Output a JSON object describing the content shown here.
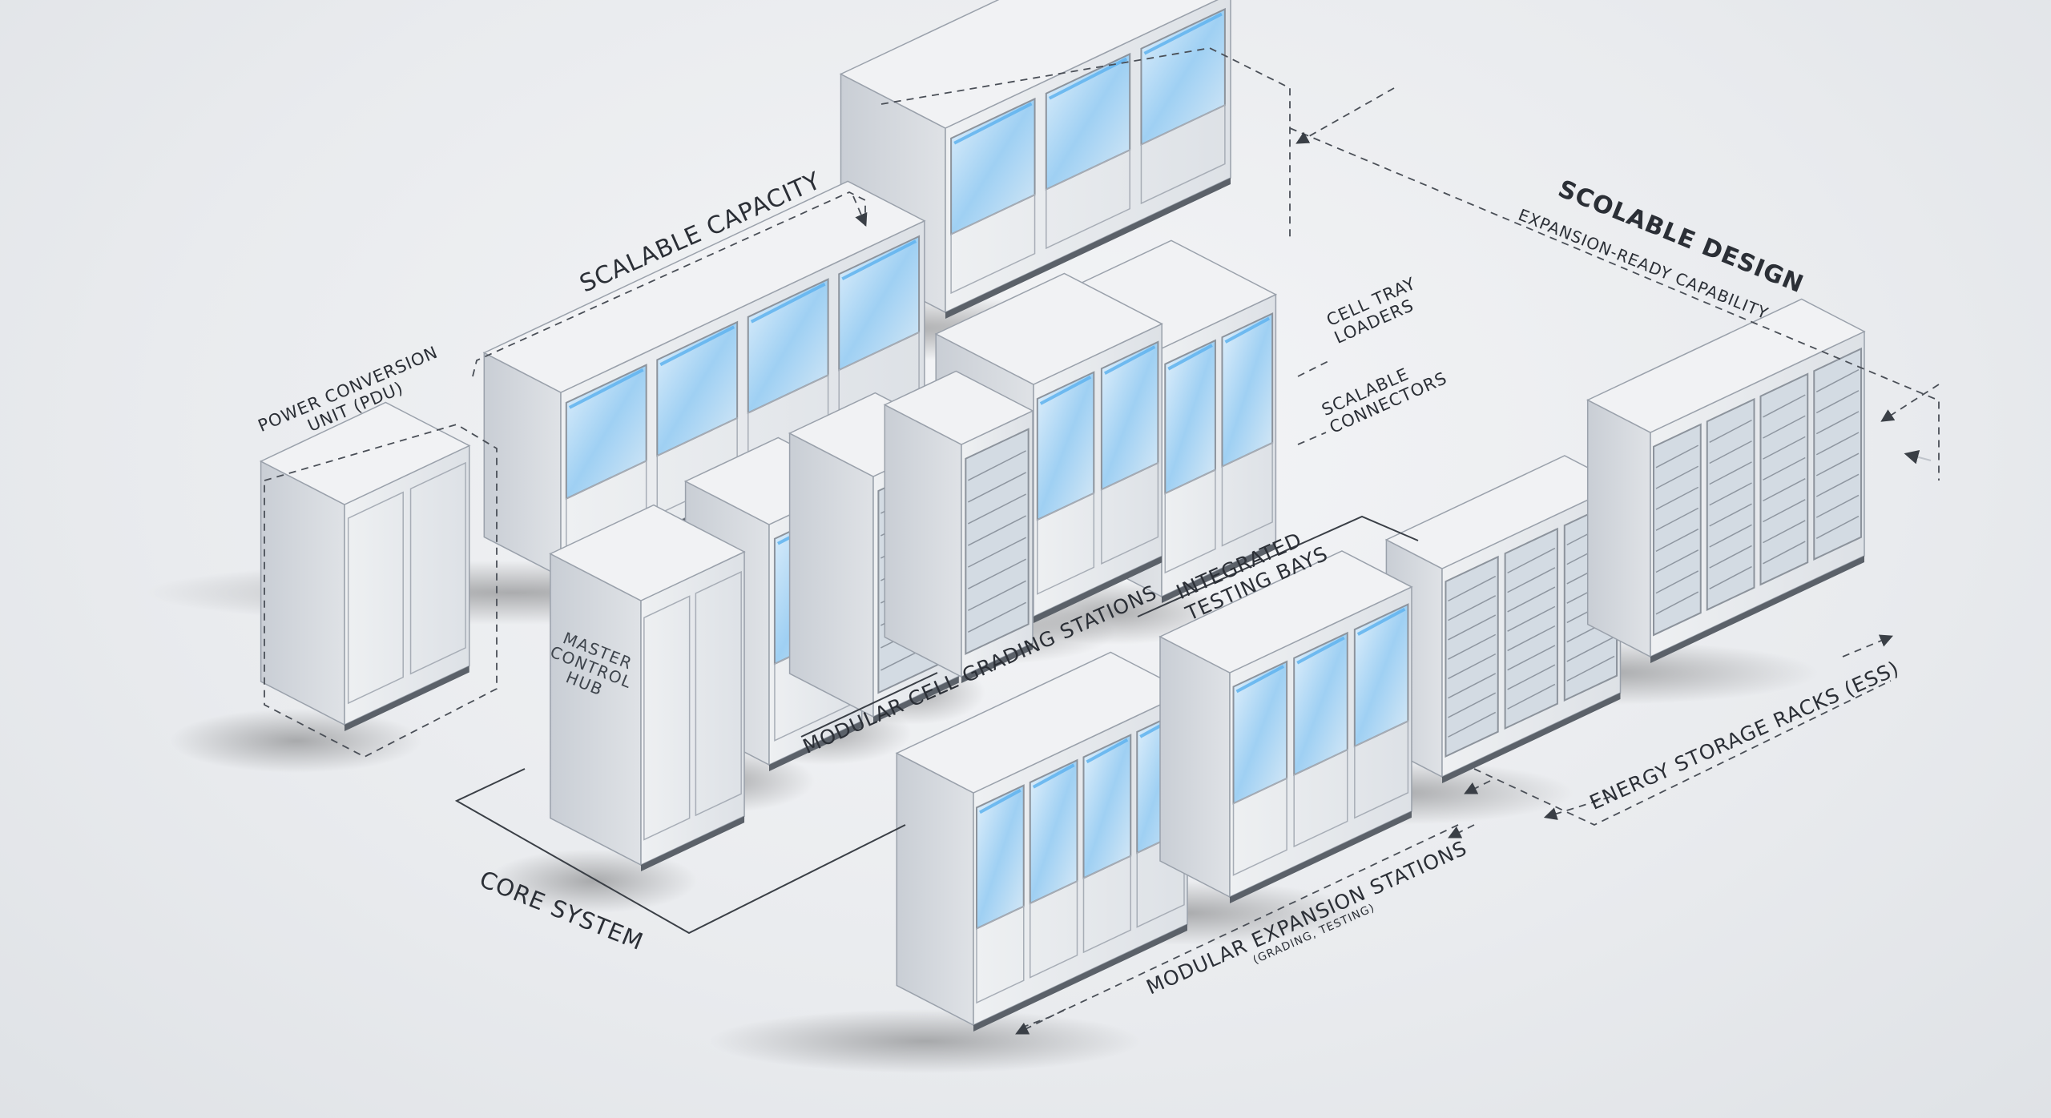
{
  "labels": {
    "scalable_design": "SCOLABLE DESIGN",
    "expansion_ready": "EXPANSION-READY CAPABILITY",
    "scalable_capacity": "SCALABLE CAPACITY",
    "power_conversion_line1": "POWER CONVERSION",
    "power_conversion_line2": "UNIT (PDU)",
    "cell_tray_line1": "CELL TRAY",
    "cell_tray_line2": "LOADERS",
    "scalable_connectors_line1": "SCALABLE",
    "scalable_connectors_line2": "CONNECTORS",
    "integrated_testing_line1": "INTEGRATED",
    "integrated_testing_line2": "TESTING BAYS",
    "modular_cell_grading": "MODULAR CELL GRADING STATIONS",
    "master_control_line1": "MASTER",
    "master_control_line2": "CONTROL",
    "master_control_line3": "HUB",
    "core_system": "CORE SYSTEM",
    "energy_storage": "ENERGY STORAGE RACKS (ESS)",
    "modular_expansion": "MODULAR EXPANSION STATIONS",
    "modular_expansion_sub": "(GRADING, TESTING)"
  },
  "colors": {
    "cabinet_light": "#f1f2f4",
    "cabinet_mid": "#d7dbe0",
    "cabinet_dark": "#b5bac2",
    "frame": "#9aa1ab",
    "glass": "#cfe2f2",
    "glow": "#5fb3ef",
    "dashed_line": "#4a4f57"
  }
}
